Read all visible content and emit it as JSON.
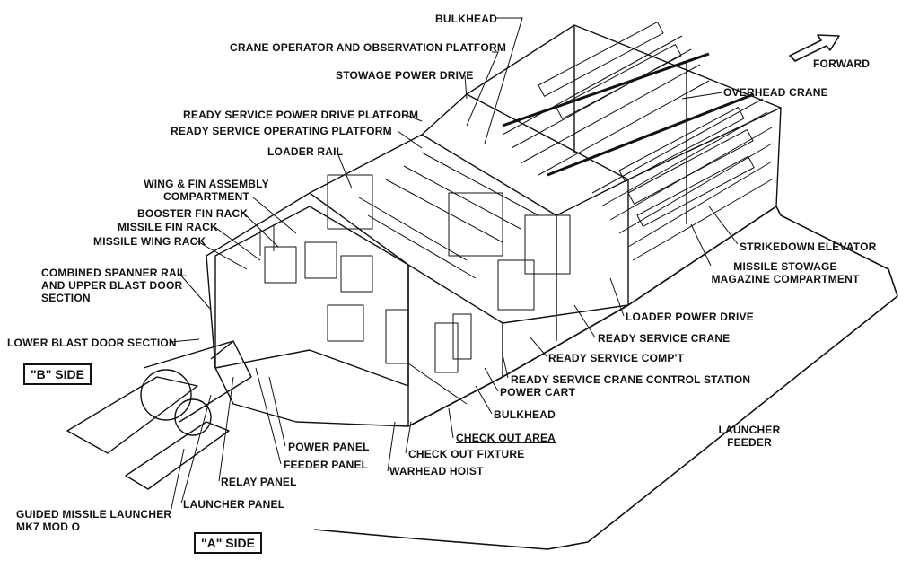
{
  "labels": {
    "bulkhead_top": "BULKHEAD",
    "crane_operator_platform": "CRANE OPERATOR AND OBSERVATION PLATFORM",
    "stowage_power_drive": "STOWAGE POWER DRIVE",
    "ready_service_power_drive_platform": "READY SERVICE POWER DRIVE PLATFORM",
    "ready_service_operating_platform": "READY SERVICE OPERATING PLATFORM",
    "loader_rail": "LOADER RAIL",
    "wing_fin_assembly_1": "WING & FIN ASSEMBLY",
    "wing_fin_assembly_2": "COMPARTMENT",
    "booster_fin_rack": "BOOSTER FIN RACK",
    "missile_fin_rack": "MISSILE FIN RACK",
    "missile_wing_rack": "MISSILE WING RACK",
    "combined_spanner_1": "COMBINED SPANNER RAIL",
    "combined_spanner_2": "AND UPPER BLAST DOOR",
    "combined_spanner_3": "SECTION",
    "lower_blast_door": "LOWER BLAST DOOR SECTION",
    "b_side": "\"B\" SIDE",
    "a_side": "\"A\" SIDE",
    "forward": "FORWARD",
    "overhead_crane": "OVERHEAD CRANE",
    "strikedown_elevator": "STRIKEDOWN ELEVATOR",
    "missile_stowage_1": "MISSILE STOWAGE",
    "missile_stowage_2": "MAGAZINE COMPARTMENT",
    "loader_power_drive": "LOADER POWER DRIVE",
    "ready_service_crane": "READY SERVICE CRANE",
    "ready_service_compt": "READY SERVICE COMP'T",
    "ready_service_crane_control": "READY SERVICE CRANE CONTROL STATION",
    "power_cart": "POWER CART",
    "bulkhead_bottom": "BULKHEAD",
    "check_out_area": "CHECK OUT AREA",
    "check_out_fixture": "CHECK OUT FIXTURE",
    "warhead_hoist": "WARHEAD HOIST",
    "power_panel": "POWER PANEL",
    "feeder_panel": "FEEDER PANEL",
    "relay_panel": "RELAY PANEL",
    "launcher_panel": "LAUNCHER PANEL",
    "guided_missile_launcher_1": "GUIDED MISSILE LAUNCHER",
    "guided_missile_launcher_2": "MK7 MOD O",
    "launcher_feeder_1": "LAUNCHER",
    "launcher_feeder_2": "FEEDER"
  },
  "colors": {
    "ink": "#111111",
    "paper": "#ffffff"
  }
}
